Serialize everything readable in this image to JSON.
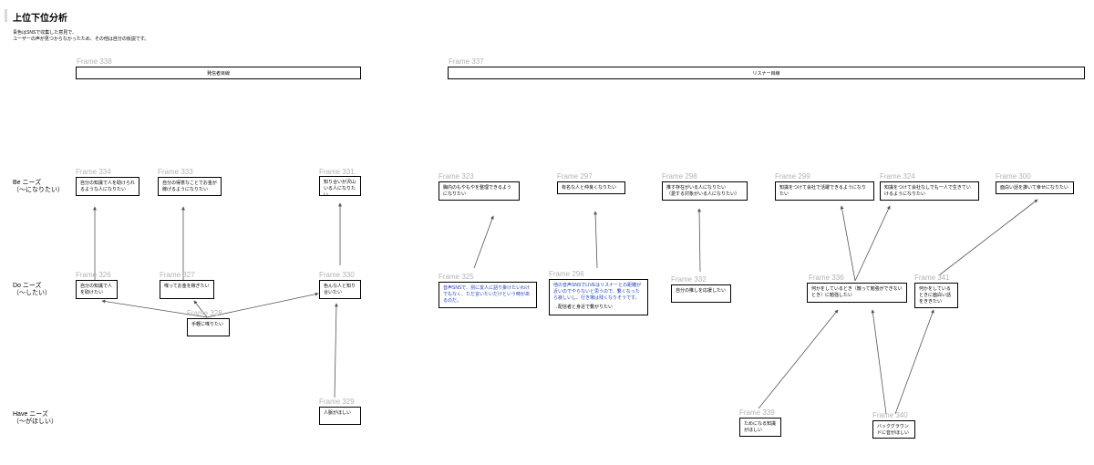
{
  "title": "上位下位分析",
  "description": "青色はSNSで収集した意見で、\nユーザーの声が見つからなかったため、その他は自分の仮説です。",
  "rows": {
    "be": "Be ニーズ\n（〜になりたい）",
    "do": "Do ニーズ\n（〜したい）",
    "have": "Have ニーズ\n（〜がほしい）"
  },
  "headers": {
    "sender": {
      "frame": "Frame 338",
      "label": "発信者目線"
    },
    "listener": {
      "frame": "Frame 337",
      "label": "リスナー目線"
    }
  },
  "nodes": {
    "f334": {
      "frame": "Frame 334",
      "text": "自分の知識で人を助けられるような人になりたい"
    },
    "f333": {
      "frame": "Frame 333",
      "text": "自分の得意なことでお金が稼げるようになりたい"
    },
    "f331": {
      "frame": "Frame 331",
      "text": "知り合いが沢山いる人になりたい"
    },
    "f326": {
      "frame": "Frame 326",
      "text": "自分の知識で人を助けたい"
    },
    "f327": {
      "frame": "Frame 327",
      "text": "喋ってお金を稼ぎたい"
    },
    "f328": {
      "frame": "Frame 328",
      "text": "手軽に喋りたい"
    },
    "f330": {
      "frame": "Frame 330",
      "text": "色んな人と知り合いたい"
    },
    "f329": {
      "frame": "Frame 329",
      "text": "人脈がほしい"
    },
    "f323": {
      "frame": "Frame 323",
      "text": "胸内のもやもやを整理できるようになりたい"
    },
    "f297": {
      "frame": "Frame 297",
      "text": "有名な人と仲良くなりたい"
    },
    "f298": {
      "frame": "Frame 298",
      "text": "推す存在がいる人になりたい\n（愛する対象がいる人になりたい）"
    },
    "f299": {
      "frame": "Frame 299",
      "text": "知識をつけて会社で活躍できるようになりたい"
    },
    "f324": {
      "frame": "Frame 324",
      "text": "知識をつけて会社なしでも一人で生きていけるようになりたい"
    },
    "f300": {
      "frame": "Frame 300",
      "text": "面白い話を誰いて幸せになりたい"
    },
    "f325": {
      "frame": "Frame 325",
      "text": "音声SNSで、別に友人に語り掛けたいわけでもなく、ただ言いたいだけという時があるのだ。"
    },
    "f296": {
      "frame": "Frame 296",
      "text": "他の音声SNSでLIVEはリスナーとの距離が近いのでやらないと思うので、繋くなったら寂しいし、行き場は残くなりそうです。",
      "sub": "→配信者と身近で繋がりたい"
    },
    "f332": {
      "frame": "Frame 332",
      "text": "自分の推しを応援したい"
    },
    "f336": {
      "frame": "Frame 336",
      "text": "何かをしているとき（散って勉強ができないとき）に勉強したい"
    },
    "f341": {
      "frame": "Frame 341",
      "text": "何かをしているときに面白い話をききたい"
    },
    "f339": {
      "frame": "Frame 339",
      "text": "ためになる知識がほしい"
    },
    "f340": {
      "frame": "Frame 340",
      "text": "バックグラウンドに音がほしい"
    }
  },
  "colors": {
    "user_voice": "#1a3bb8",
    "frame_label": "#b3b3b3",
    "line": "#555555"
  }
}
